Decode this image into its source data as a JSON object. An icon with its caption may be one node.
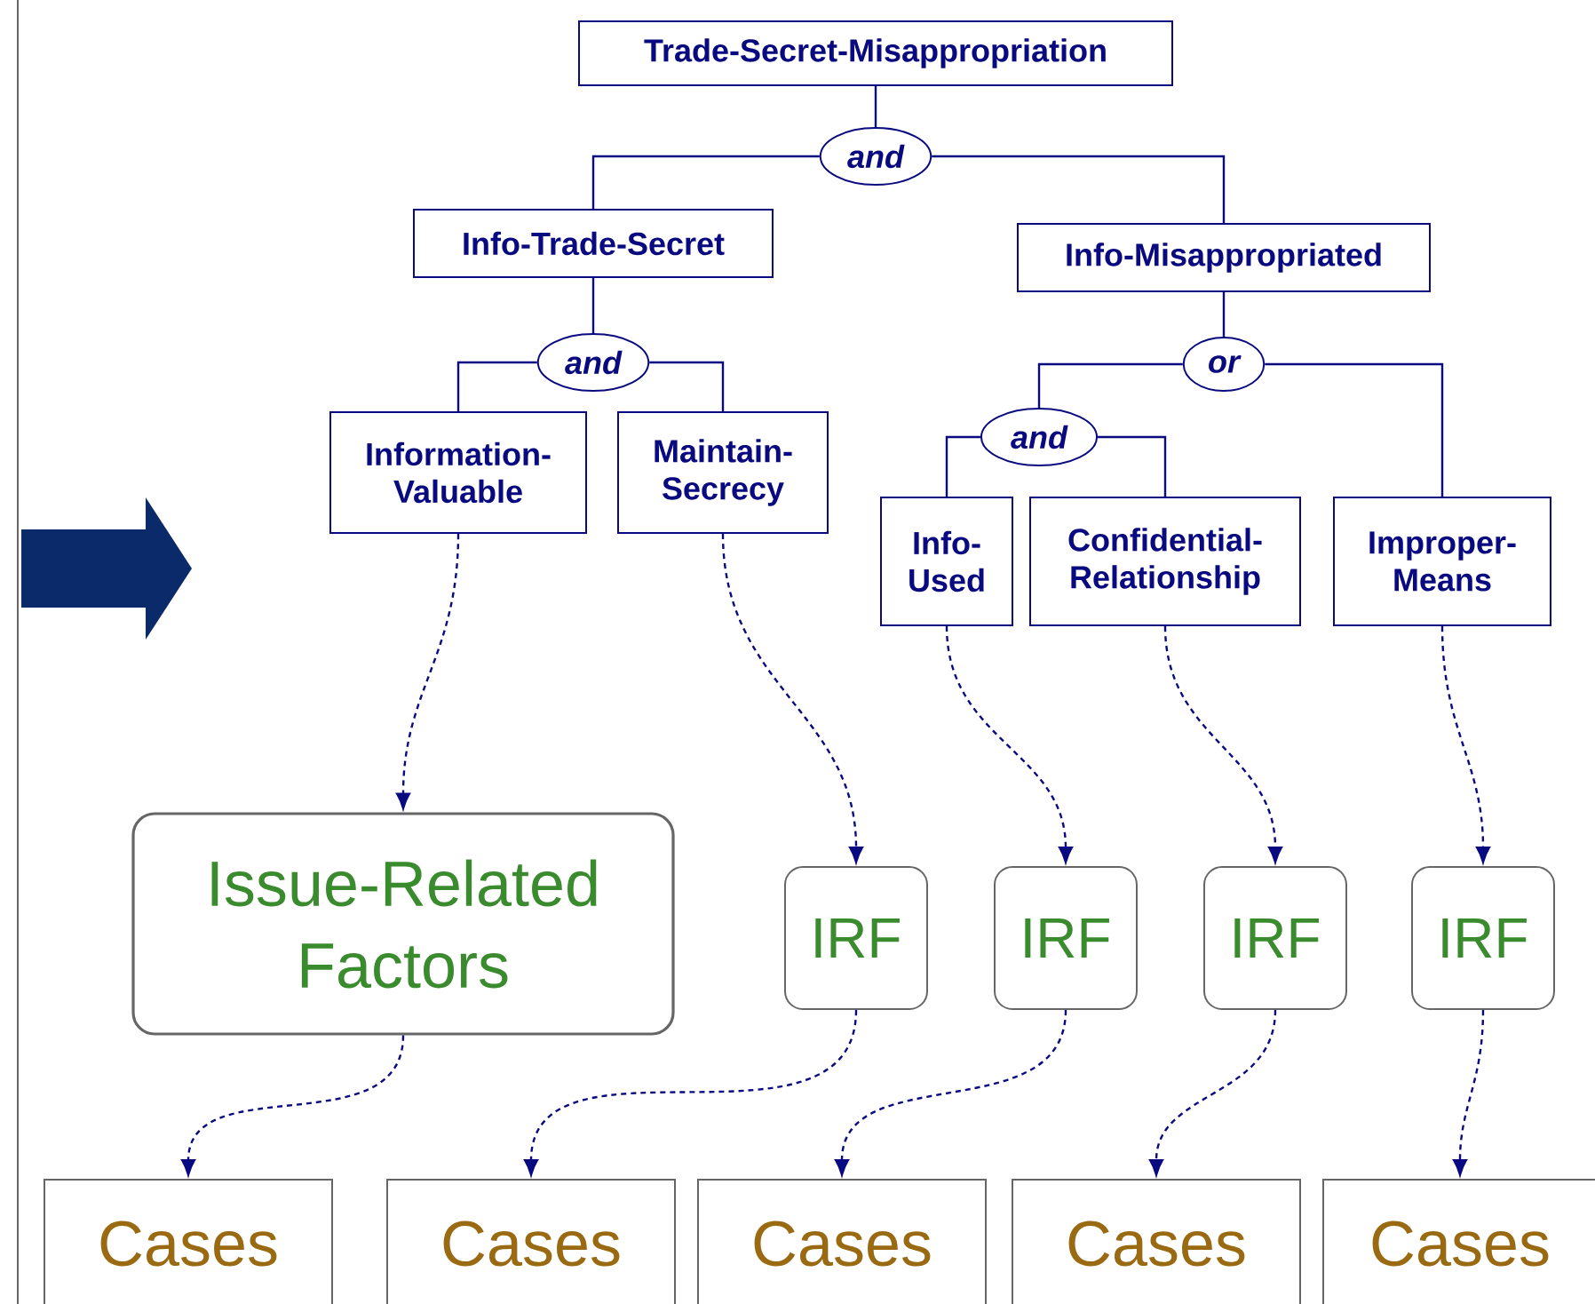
{
  "diagram": {
    "nodes": [
      {
        "text": [
          "Trade-Secret-Misappropriation"
        ]
      },
      {
        "text": [
          "and"
        ]
      },
      {
        "text": [
          "Info-Trade-Secret"
        ]
      },
      {
        "text": [
          "Info-Misappropriated"
        ]
      },
      {
        "text": [
          "and"
        ]
      },
      {
        "text": [
          "or"
        ]
      },
      {
        "text": [
          "Information-Valuable"
        ]
      },
      {
        "text": [
          "Maintain-Secrecy"
        ]
      },
      {
        "text": [
          "and"
        ]
      },
      {
        "text": [
          "Info-Used"
        ]
      },
      {
        "text": [
          "Confidential-Relationship"
        ]
      },
      {
        "text": [
          "Improper-Means"
        ]
      },
      {
        "text": [
          "Issue-Related Factors"
        ]
      },
      {
        "text": [
          "IRF"
        ]
      },
      {
        "text": [
          "IRF"
        ]
      },
      {
        "text": [
          "IRF"
        ]
      },
      {
        "text": [
          "IRF"
        ]
      },
      {
        "text": [
          "Cases"
        ]
      },
      {
        "text": [
          "Cases"
        ]
      },
      {
        "text": [
          "Cases"
        ]
      },
      {
        "text": [
          "Cases"
        ]
      },
      {
        "text": [
          "Cases"
        ]
      }
    ],
    "edges": [
      {
        "from": 0,
        "to": 1,
        "arrow": "none"
      },
      {
        "from": 1,
        "to": 2,
        "arrow": "none"
      },
      {
        "from": 1,
        "to": 3,
        "arrow": "none"
      },
      {
        "from": 2,
        "to": 4,
        "arrow": "none"
      },
      {
        "from": 4,
        "to": 6,
        "arrow": "none"
      },
      {
        "from": 4,
        "to": 7,
        "arrow": "none"
      },
      {
        "from": 3,
        "to": 5,
        "arrow": "none"
      },
      {
        "from": 5,
        "to": 8,
        "arrow": "none"
      },
      {
        "from": 5,
        "to": 11,
        "arrow": "none"
      },
      {
        "from": 8,
        "to": 9,
        "arrow": "none"
      },
      {
        "from": 8,
        "to": 10,
        "arrow": "none"
      },
      {
        "from": 6,
        "to": 12,
        "arrow": "to",
        "style": "dashed"
      },
      {
        "from": 7,
        "to": 13,
        "arrow": "to",
        "style": "dashed"
      },
      {
        "from": 9,
        "to": 14,
        "arrow": "to",
        "style": "dashed"
      },
      {
        "from": 10,
        "to": 15,
        "arrow": "to",
        "style": "dashed"
      },
      {
        "from": 11,
        "to": 16,
        "arrow": "to",
        "style": "dashed"
      },
      {
        "from": 12,
        "to": 17,
        "arrow": "to",
        "style": "dashed"
      },
      {
        "from": 13,
        "to": 18,
        "arrow": "to",
        "style": "dashed"
      },
      {
        "from": 14,
        "to": 19,
        "arrow": "to",
        "style": "dashed"
      },
      {
        "from": 15,
        "to": 20,
        "arrow": "to",
        "style": "dashed"
      },
      {
        "from": 16,
        "to": 21,
        "arrow": "to",
        "style": "dashed"
      }
    ]
  }
}
